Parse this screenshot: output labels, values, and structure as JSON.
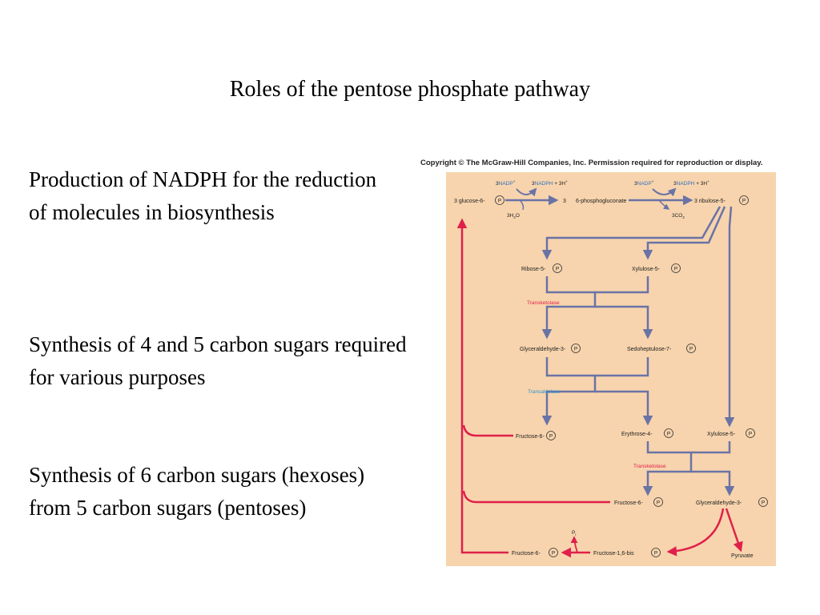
{
  "title": "Roles of the pentose phosphate pathway",
  "points": [
    "Production of NADPH for the reduction of molecules in biosynthesis",
    "Synthesis of 4 and 5 carbon sugars required for various purposes",
    "Synthesis of 6 carbon sugars (hexoses) from 5 carbon sugars (pentoses)"
  ],
  "copyright": "Copyright © The McGraw-Hill Companies, Inc. Permission required for reproduction or display.",
  "diagram": {
    "glucose6p": "3 glucose-6-",
    "phosphogluconate": "6-phosphogluconate",
    "three": "3",
    "ribulose5p": "3 ribulose-5-",
    "nadp_plus_1": "NADP",
    "nadph_1": "NADPH",
    "nadp_plus_2": "NADP",
    "nadph_2": "NADPH",
    "h2o": "3H",
    "co2": "3CO",
    "ribose5p": "Ribose-5-",
    "xylulose5p_1": "Xylulose-5-",
    "transketolase_1": "Transketolase",
    "glyceraldehyde3p_1": "Glyceraldehyde-3-",
    "sedoheptulose7p": "Sedoheptulose-7-",
    "transaldolase": "Transaldolase",
    "fructose6p_1": "Fructose-6-",
    "erythrose4p": "Erythrose-4-",
    "xylulose5p_2": "Xylulose-5-",
    "transketolase_2": "Transketolase",
    "fructose6p_2": "Fructose-6-",
    "glyceraldehyde3p_2": "Glyceraldehyde-3-",
    "pi": "P",
    "fructose6p_3": "Fructose-6-",
    "fructose16bis": "Fructose-1,6-bis",
    "pyruvate": "Pyruvate",
    "phosphate_symbol": "P"
  },
  "colors": {
    "figure_bg": "#f7d4ad",
    "flow_arrow": "#6a73a6",
    "return_arrow": "#e0204a",
    "enzyme_red": "#e0204a",
    "enzyme_blue": "#2f8fd0",
    "nadp_blue": "#2f6fc0"
  }
}
